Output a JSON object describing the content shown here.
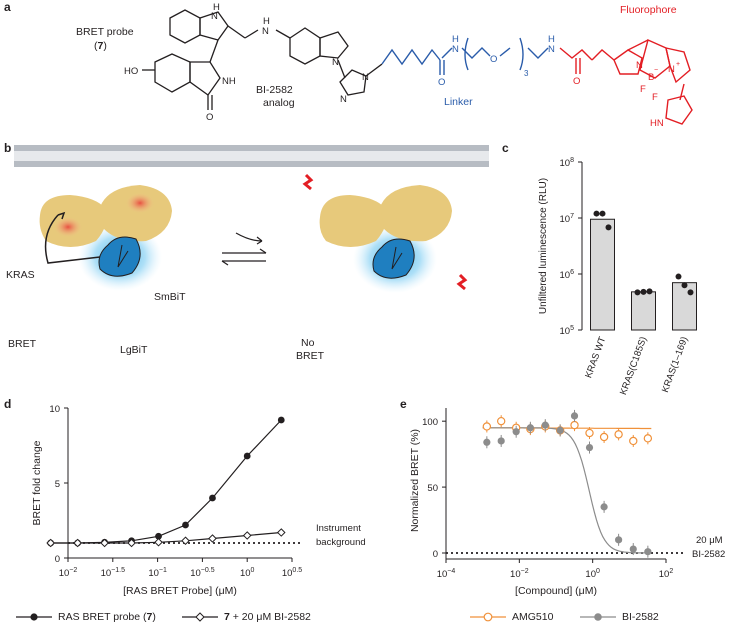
{
  "panels": {
    "a": "a",
    "b": "b",
    "c": "c",
    "d": "d",
    "e": "e"
  },
  "panel_a": {
    "probe_line1": "BRET probe",
    "probe_line2_open": "(",
    "probe_number": "7",
    "probe_line2_close": ")",
    "analog_line1": "BI-2582",
    "analog_line2": "analog",
    "linker": "Linker",
    "fluorophore": "Fluorophore",
    "atoms": {
      "ho": "HO",
      "nh_top": "H",
      "nh_top_n": "N",
      "nh_mid": "NH",
      "n_amine": "N",
      "h_amine": "H",
      "o_lactam": "O",
      "n_indole": "N",
      "n_im1": "N",
      "n_im2": "N",
      "o_amide1": "O",
      "n_amide1": "N",
      "h_amide1": "H",
      "o_peg": "O",
      "sub3": "3",
      "n_amide2": "N",
      "h_amide2": "H",
      "o_amide2": "O",
      "n_bod1": "N",
      "b": "B",
      "f1": "F",
      "f2": "F",
      "n_bod2": "N",
      "hn": "HN",
      "minus": "−",
      "plus": "+"
    }
  },
  "panel_b": {
    "kras": "KRAS",
    "bret": "BRET",
    "smbit": "SmBiT",
    "lgbit": "LgBiT",
    "no_bret_1": "No",
    "no_bret_2": "BRET"
  },
  "chart_data": [
    {
      "panel": "c",
      "type": "bar",
      "ylabel": "Unfiltered luminescence (RLU)",
      "yscale": "log",
      "ylim_exp": [
        5,
        8
      ],
      "yticks": [
        {
          "base": "10",
          "exp": "5"
        },
        {
          "base": "10",
          "exp": "6"
        },
        {
          "base": "10",
          "exp": "7"
        },
        {
          "base": "10",
          "exp": "8"
        }
      ],
      "categories": [
        "KRAS WT",
        "KRAS(C185S)",
        "KRAS(1–169)"
      ],
      "values": [
        9500000,
        480000,
        700000
      ],
      "points": [
        [
          12000000,
          12000000,
          6800000
        ],
        [
          470000,
          480000,
          490000
        ],
        [
          900000,
          630000,
          470000
        ]
      ]
    },
    {
      "panel": "d",
      "type": "line",
      "xlabel": "[RAS BRET Probe] (μM)",
      "ylabel": "BRET fold change",
      "xscale": "log",
      "xticks": [
        {
          "base": "10",
          "exp": "−2"
        },
        {
          "base": "10",
          "exp": "−1.5"
        },
        {
          "base": "10",
          "exp": "−1"
        },
        {
          "base": "10",
          "exp": "−0.5"
        },
        {
          "base": "10",
          "exp": "0"
        },
        {
          "base": "10",
          "exp": "0.5"
        }
      ],
      "yticks": [
        "0",
        "5",
        "10"
      ],
      "ylim": [
        0,
        10
      ],
      "xlim_exp": [
        -2,
        0.5
      ],
      "series": [
        {
          "name_prefix": "RAS BRET probe (",
          "name_bold": "7",
          "name_suffix": ")",
          "marker": "filled",
          "x": [
            0.0064,
            0.0128,
            0.0256,
            0.0512,
            0.1024,
            0.2048,
            0.4096,
            1.0,
            2.4
          ],
          "y": [
            1.0,
            1.0,
            1.05,
            1.15,
            1.45,
            2.2,
            4.0,
            6.8,
            9.2
          ]
        },
        {
          "name_prefix": "",
          "name_bold": "7",
          "name_suffix": " + 20 μM BI-2582",
          "marker": "open",
          "x": [
            0.0064,
            0.0128,
            0.0256,
            0.0512,
            0.1024,
            0.2048,
            0.4096,
            1.0,
            2.4
          ],
          "y": [
            1.0,
            1.0,
            1.0,
            1.0,
            1.05,
            1.15,
            1.3,
            1.5,
            1.7
          ]
        }
      ],
      "baseline": 1.0,
      "annotation_line1": "Instrument",
      "annotation_line2": "background"
    },
    {
      "panel": "e",
      "type": "line",
      "xlabel": "[Compound] (μM)",
      "ylabel": "Normalized BRET (%)",
      "xscale": "log",
      "xticks": [
        {
          "base": "10",
          "exp": "−4"
        },
        {
          "base": "10",
          "exp": "−2"
        },
        {
          "base": "10",
          "exp": "0"
        },
        {
          "base": "10",
          "exp": "2"
        }
      ],
      "yticks": [
        "0",
        "50",
        "100"
      ],
      "ylim": [
        0,
        110
      ],
      "series": [
        {
          "name": "AMG510",
          "color": "#f0913a",
          "marker": "open",
          "x": [
            0.0013,
            0.0032,
            0.0082,
            0.02,
            0.051,
            0.13,
            0.32,
            0.82,
            2.05,
            5.1,
            12.8,
            32
          ],
          "y": [
            96,
            100,
            95,
            94,
            96,
            93,
            97,
            91,
            88,
            90,
            85,
            87
          ]
        },
        {
          "name": "BI-2582",
          "color": "#8c8c8c",
          "marker": "filled",
          "x": [
            0.0013,
            0.0032,
            0.0082,
            0.02,
            0.051,
            0.13,
            0.32,
            0.82,
            2.05,
            5.1,
            12.8,
            32
          ],
          "y": [
            84,
            85,
            92,
            95,
            97,
            93,
            104,
            80,
            35,
            10,
            3,
            1
          ]
        }
      ],
      "baseline": 0,
      "annotation_line1": "20 μM",
      "annotation_line2": "BI-2582"
    }
  ]
}
